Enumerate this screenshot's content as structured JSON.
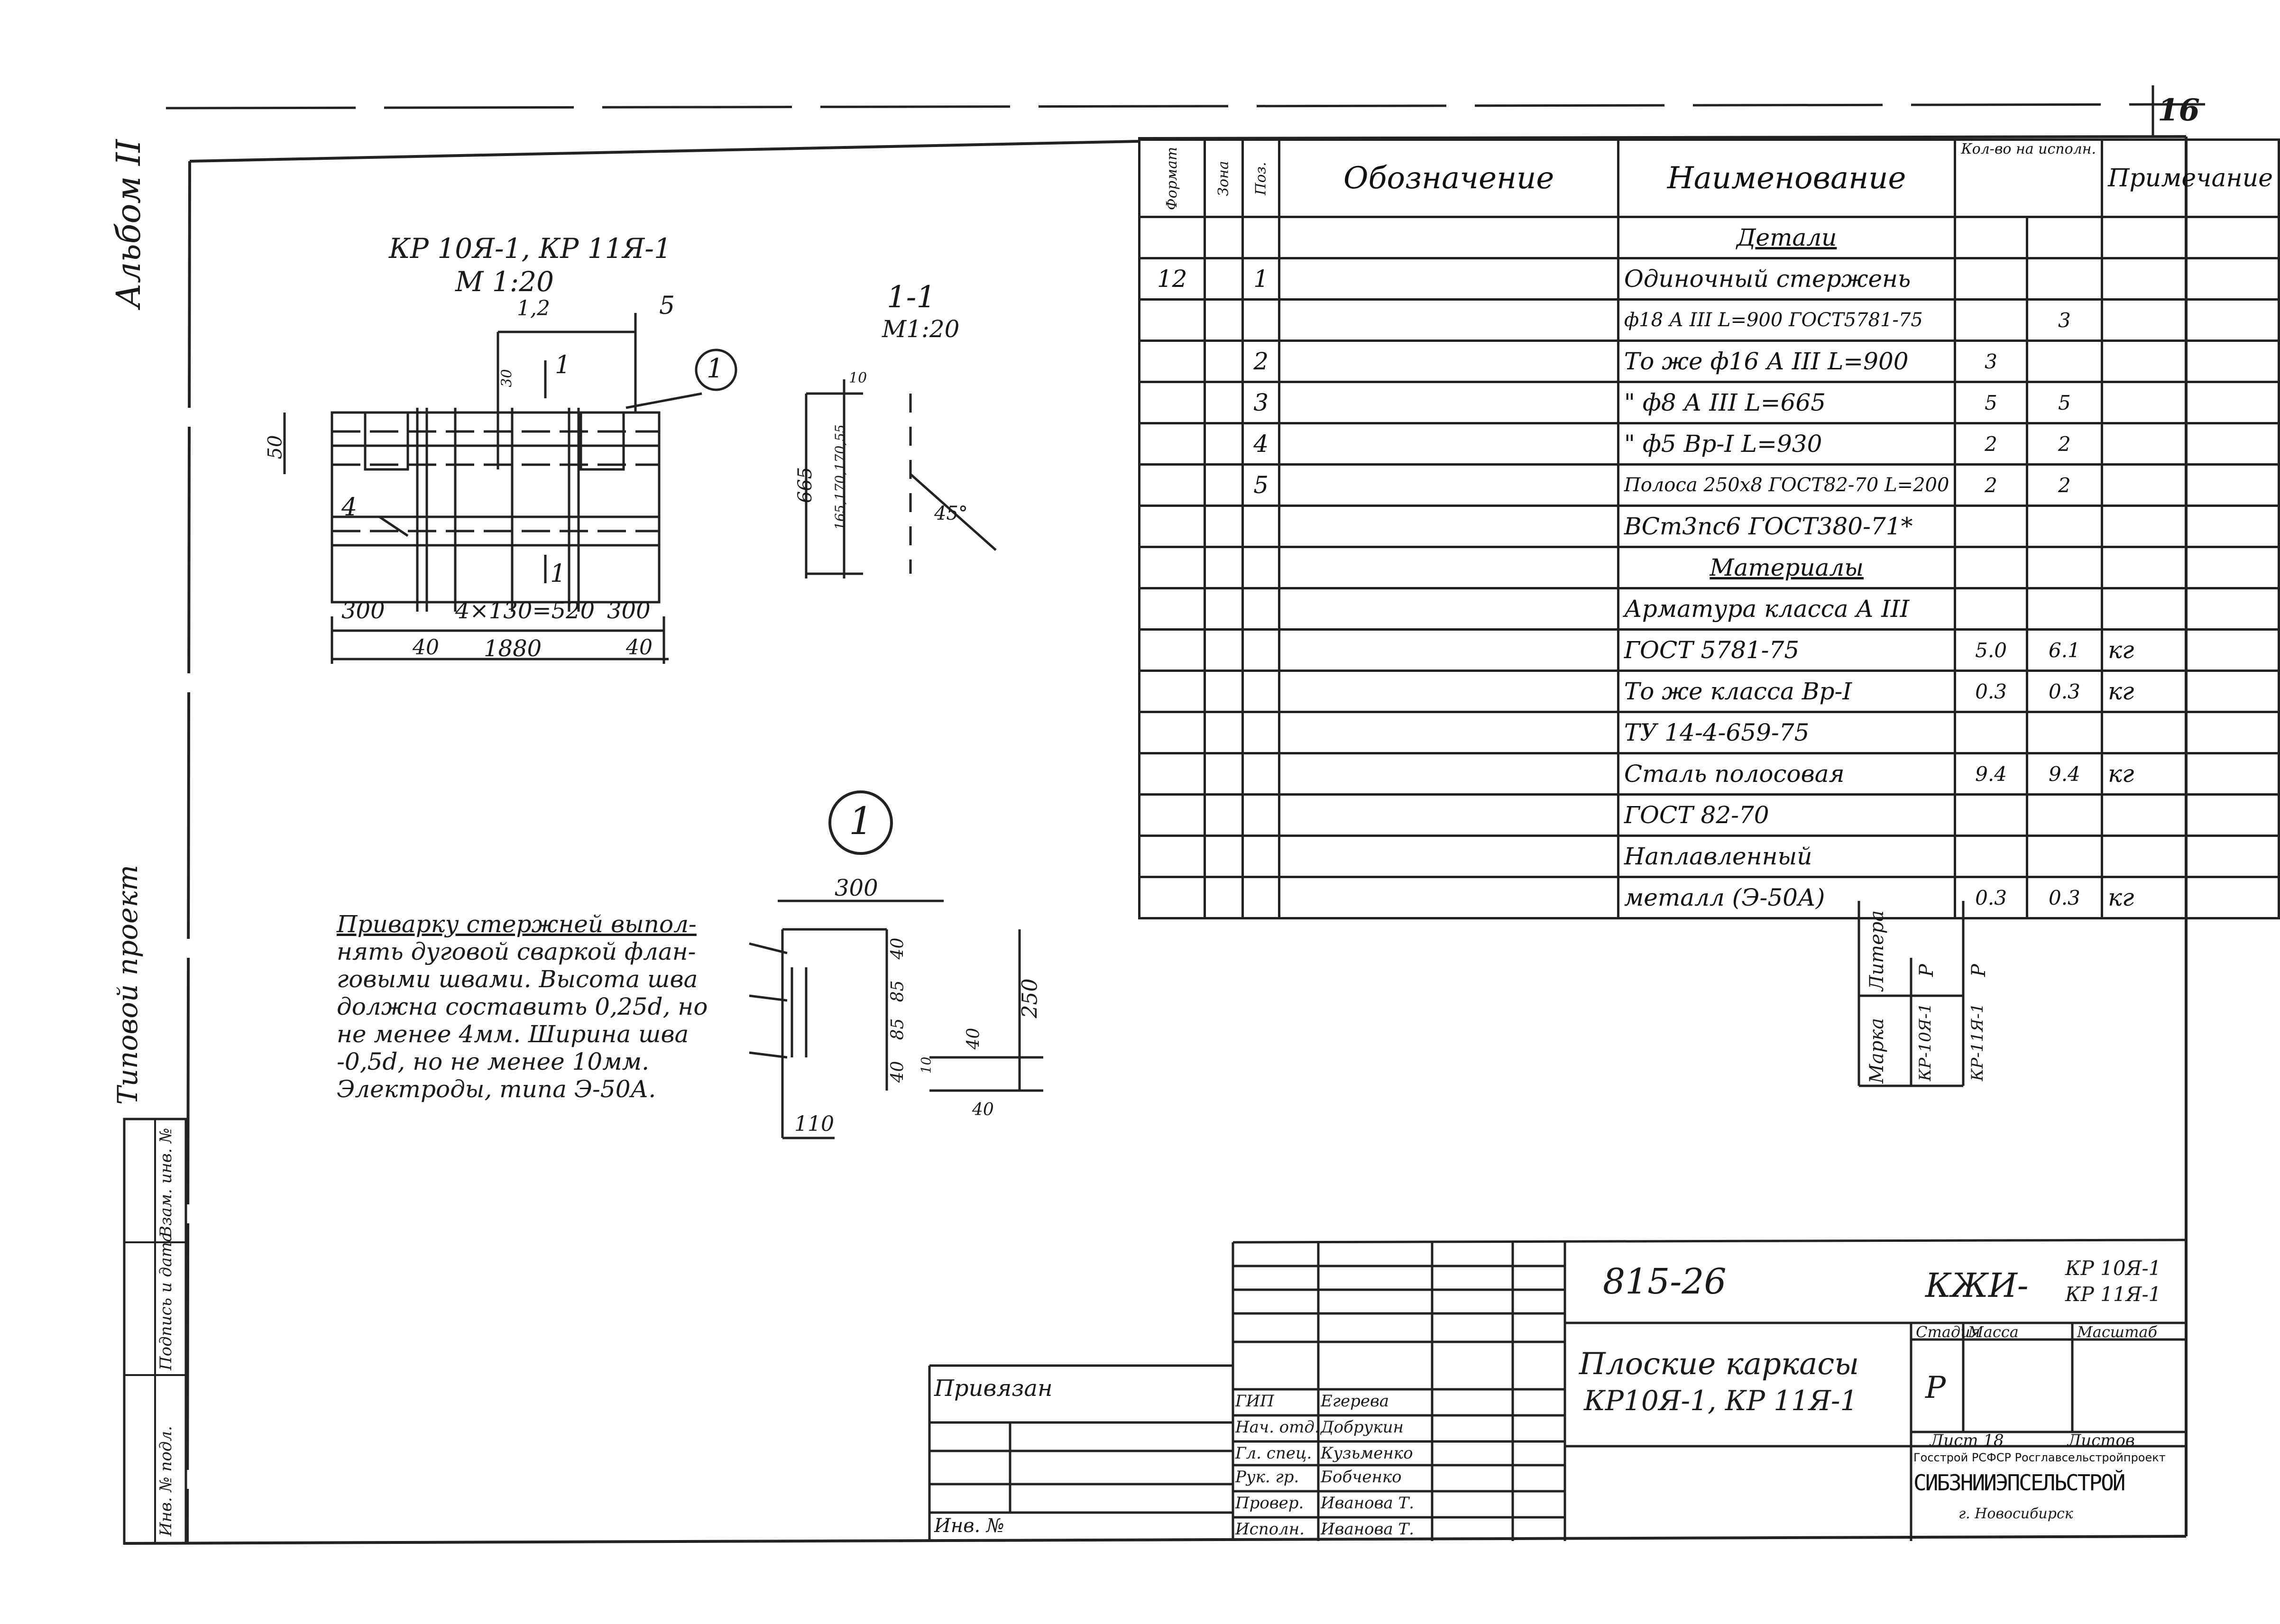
{
  "page_number": "16",
  "side": {
    "album": "Альбом II",
    "project": "Типовой проект",
    "stamp_cells": [
      "Инв. № подл.",
      "Подпись и дата",
      "Взам. инв. №"
    ]
  },
  "drawing": {
    "main_title": "КР 10Я-1, КР 11Я-1",
    "main_scale": "М 1:20",
    "section_title": "1-1",
    "section_scale": "М1:20",
    "callout": "1",
    "node_label": "1",
    "dims": {
      "d300a": "300",
      "d4x130": "4×130=520",
      "d300b": "300",
      "d40a": "40",
      "d1880": "1880",
      "d40b": "40",
      "d50": "50",
      "d12": "1,2",
      "d5": "5",
      "d4": "4",
      "cut1": "1",
      "cut1b": "1",
      "d30": "30",
      "s665": "665",
      "s165": "165,170,170,55",
      "s45": "45°",
      "s10": "10",
      "n300": "300",
      "n110": "110",
      "n250": "250",
      "n40a": "40",
      "n85a": "85",
      "n85b": "85",
      "n40b": "40",
      "n40c": "40",
      "n10": "10",
      "n40d": "40"
    }
  },
  "note": {
    "lines": [
      "Приварку стержней выпол-",
      "нять дуговой сваркой флан-",
      "говыми швами. Высота шва",
      "должна составить 0,25d, но",
      "не менее 4мм. Ширина шва",
      "-0,5d, но не менее 10мм.",
      "Электроды, типа Э-50А."
    ]
  },
  "spec": {
    "headers": {
      "format": "Формат",
      "zone": "Зона",
      "pos": "Поз.",
      "designation": "Обозначение",
      "name": "Наименование",
      "qty": "Кол-во на исполн.",
      "note": "Примечание"
    },
    "rows": [
      {
        "format": "",
        "pos": "",
        "name": "Детали",
        "q1": "",
        "q2": "",
        "note": "",
        "style": "u"
      },
      {
        "format": "12",
        "pos": "1",
        "name": "Одиночный стержень",
        "q1": "",
        "q2": "",
        "note": ""
      },
      {
        "format": "",
        "pos": "",
        "name": "ф18 А III L=900 ГОСТ5781-75",
        "q1": "",
        "q2": "3",
        "note": ""
      },
      {
        "format": "",
        "pos": "2",
        "name": "То же ф16 А III L=900",
        "q1": "3",
        "q2": "",
        "note": ""
      },
      {
        "format": "",
        "pos": "3",
        "name": "\"   ф8 А III  L=665",
        "q1": "5",
        "q2": "5",
        "note": ""
      },
      {
        "format": "",
        "pos": "4",
        "name": "\"   ф5 Вр-I L=930",
        "q1": "2",
        "q2": "2",
        "note": ""
      },
      {
        "format": "",
        "pos": "5",
        "name": "Полоса 250х8 ГОСТ82-70 L=200",
        "q1": "2",
        "q2": "2",
        "note": ""
      },
      {
        "format": "",
        "pos": "",
        "name": "ВСт3пс6 ГОСТ380-71*",
        "q1": "",
        "q2": "",
        "note": ""
      },
      {
        "format": "",
        "pos": "",
        "name": "Материалы",
        "q1": "",
        "q2": "",
        "note": "",
        "style": "u"
      },
      {
        "format": "",
        "pos": "",
        "name": "Арматура класса А III",
        "q1": "",
        "q2": "",
        "note": ""
      },
      {
        "format": "",
        "pos": "",
        "name": "ГОСТ 5781-75",
        "q1": "5.0",
        "q2": "6.1",
        "note": "кг"
      },
      {
        "format": "",
        "pos": "",
        "name": "То же класса Вр-I",
        "q1": "0.3",
        "q2": "0.3",
        "note": "кг"
      },
      {
        "format": "",
        "pos": "",
        "name": "ТУ 14-4-659-75",
        "q1": "",
        "q2": "",
        "note": ""
      },
      {
        "format": "",
        "pos": "",
        "name": "Сталь полосовая",
        "q1": "9.4",
        "q2": "9.4",
        "note": "кг"
      },
      {
        "format": "",
        "pos": "",
        "name": "ГОСТ 82-70",
        "q1": "",
        "q2": "",
        "note": ""
      },
      {
        "format": "",
        "pos": "",
        "name": "Наплавленный",
        "q1": "",
        "q2": "",
        "note": ""
      },
      {
        "format": "",
        "pos": "",
        "name": "металл (Э-50А)",
        "q1": "0.3",
        "q2": "0.3",
        "note": "кг"
      }
    ],
    "marks": {
      "litera_label": "Литера",
      "marka_label": "Марка",
      "litera1": "Р",
      "litera2": "Р",
      "mark1": "КР-10Я-1",
      "mark2": "КР-11Я-1"
    }
  },
  "title_block": {
    "code": "815-26",
    "mark_prefix": "КЖИ-",
    "mark_line1": "КР 10Я-1",
    "mark_line2": "КР 11Я-1",
    "title_line1": "Плоские каркасы",
    "title_line2": "КР10Я-1, КР 11Я-1",
    "stage_label": "Стадия",
    "mass_label": "Масса",
    "scale_label": "Масштаб",
    "stage_value": "Р",
    "sheet_label": "Лист 18",
    "sheets_label": "Листов",
    "org_line1": "Госстрой РСФСР  Росглавсельстройпроект",
    "org_line2": "СИБЗНИИЭПСЕЛЬСТРОЙ",
    "org_line3": "г. Новосибирск",
    "privyazan": "Привязан",
    "inv": "Инв. №",
    "roles": [
      {
        "role": "ГИП",
        "name": "Егерева"
      },
      {
        "role": "Нач. отд.",
        "name": "Добрукин"
      },
      {
        "role": "Гл. спец.",
        "name": "Кузьменко"
      },
      {
        "role": "Рук. гр.",
        "name": "Бобченко"
      },
      {
        "role": "Провер.",
        "name": "Иванова Т."
      },
      {
        "role": "Исполн.",
        "name": "Иванова Т."
      }
    ]
  }
}
